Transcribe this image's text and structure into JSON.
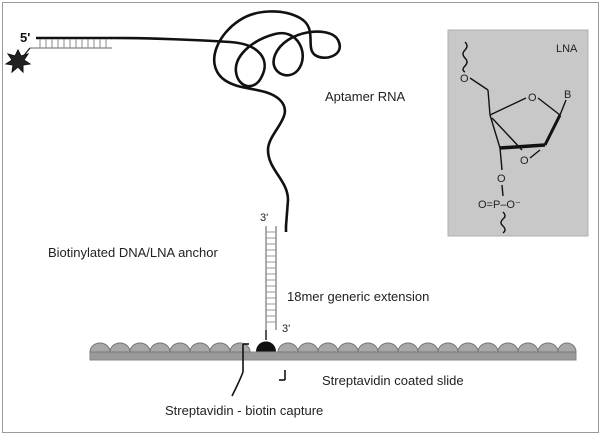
{
  "labels": {
    "five_prime": "5'",
    "three_prime_top": "3'",
    "three_prime_bottom": "3'",
    "aptamer": "Aptamer RNA",
    "anchor": "Biotinylated DNA/LNA anchor",
    "extension": "18mer generic extension",
    "slide": "Streptavidin coated slide",
    "capture": "Streptavidin - biotin capture"
  },
  "lna_panel": {
    "title": "LNA",
    "atom_o_ring": "O",
    "atom_b": "B",
    "atom_o_bridge": "O",
    "atom_o_top": "O",
    "atom_o_bottom": "O",
    "phosphate": "O=P–O⁻"
  },
  "colors": {
    "panel_bg": "#c8c8c8",
    "line": "#111111",
    "slide": "#9a9a9a",
    "tether": "#8a8a8a"
  }
}
